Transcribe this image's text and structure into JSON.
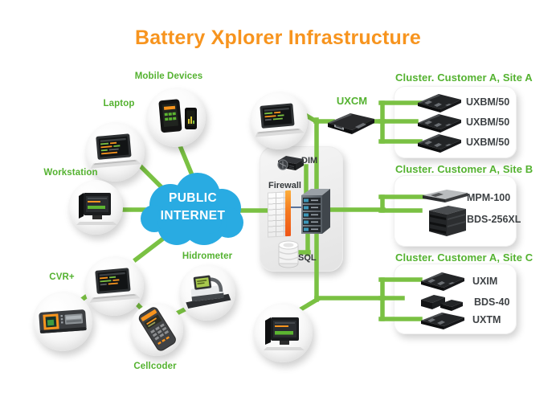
{
  "title": {
    "text": "Battery Xplorer Infrastructure"
  },
  "colors": {
    "accent_orange": "#F7941E",
    "label_green": "#54B230",
    "line_green": "#7AC143",
    "cloud_blue": "#29ABE2",
    "device_label_gray": "#3E4245"
  },
  "cloud": {
    "line1": "PUBLIC",
    "line2": "INTERNET"
  },
  "endpoints": {
    "mobile_devices": {
      "label": "Mobile Devices"
    },
    "laptop": {
      "label": "Laptop"
    },
    "workstation": {
      "label": "Workstation"
    },
    "cvr": {
      "label": "CVR+"
    },
    "cellcoder": {
      "label": "Cellcoder"
    },
    "hidrometer": {
      "label": "Hidrometer"
    }
  },
  "core": {
    "uxcm": {
      "label": "UXCM"
    },
    "dim": {
      "label": "DIM"
    },
    "firewall": {
      "label": "Firewall"
    },
    "sql": {
      "label": "SQL"
    }
  },
  "clusters": [
    {
      "title": "Cluster. Customer A, Site A",
      "devices": [
        {
          "label": "UXBM/50"
        },
        {
          "label": "UXBM/50"
        },
        {
          "label": "UXBM/50"
        }
      ]
    },
    {
      "title": "Cluster. Customer A, Site B",
      "devices": [
        {
          "label": "MPM-100"
        },
        {
          "label": "BDS-256XL"
        }
      ]
    },
    {
      "title": "Cluster. Customer A, Site C",
      "devices": [
        {
          "label": "UXIM"
        },
        {
          "label": "BDS-40"
        },
        {
          "label": "UXTM"
        }
      ]
    }
  ]
}
